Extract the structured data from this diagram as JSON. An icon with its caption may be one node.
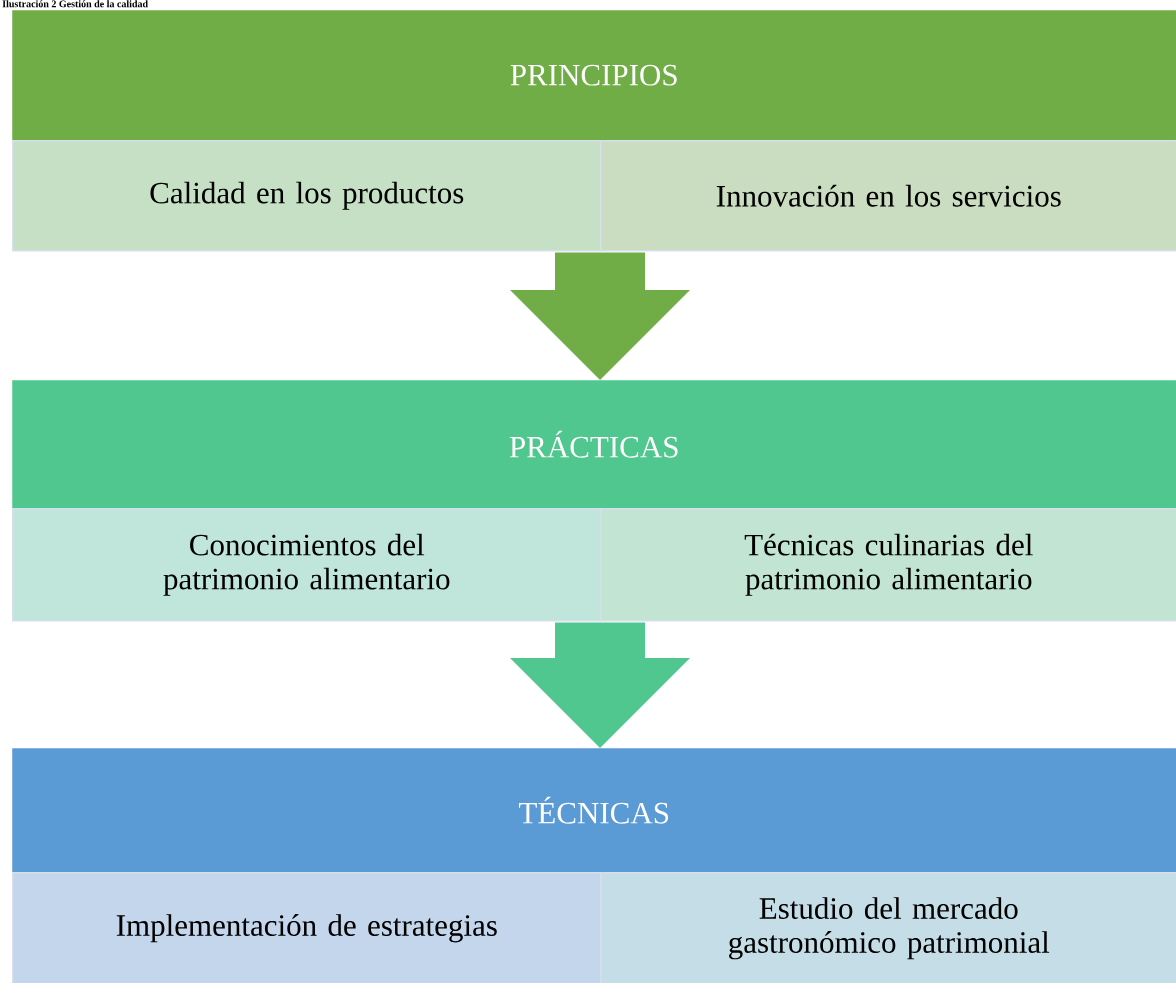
{
  "diagram": {
    "title": "Ilustración 2 Gestión de la calidad",
    "nodes": [
      {
        "text": [
          "PRINCIPIOS"
        ]
      },
      {
        "text": [
          "Calidad en los productos"
        ]
      },
      {
        "text": [
          "Innovación en los servicios"
        ]
      },
      {
        "text": [
          "PRÁCTICAS"
        ]
      },
      {
        "text": [
          "Conocimientos del patrimonio alimentario"
        ]
      },
      {
        "text": [
          "Técnicas culinarias del patrimonio alimentario"
        ]
      },
      {
        "text": [
          "TÉCNICAS"
        ]
      },
      {
        "text": [
          "Implementación de estrategias"
        ]
      },
      {
        "text": [
          "Estudio del mercado gastronómico patrimonial"
        ]
      }
    ],
    "edges": [
      {
        "from": 2,
        "to": 3,
        "arrow": "to"
      },
      {
        "from": 5,
        "to": 6,
        "arrow": "to"
      }
    ]
  }
}
